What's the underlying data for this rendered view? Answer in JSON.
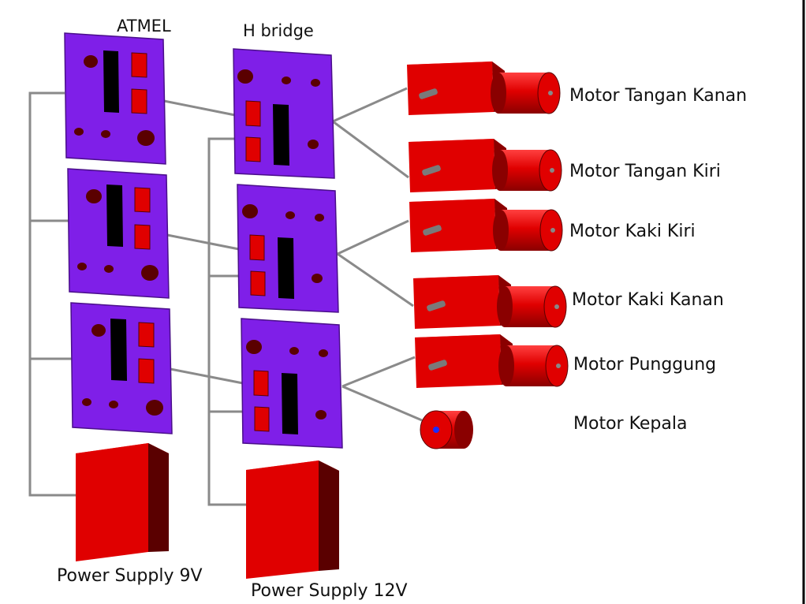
{
  "headers": {
    "atmel": "ATMEL",
    "hbridge": "H bridge"
  },
  "motors": {
    "tangan_kanan": "Motor Tangan Kanan",
    "tangan_kiri": "Motor Tangan Kiri",
    "kaki_kiri": "Motor Kaki Kiri",
    "kaki_kanan": "Motor Kaki Kanan",
    "punggung": "Motor Punggung",
    "kepala": "Motor Kepala"
  },
  "power": {
    "ps9": "Power Supply 9V",
    "ps12": "Power Supply 12V"
  },
  "colors": {
    "board": "#7f1fe8",
    "board_edge": "#4a0f8a",
    "component_red": "#e00000",
    "component_dark": "#5a0000",
    "ic_black": "#000000",
    "wire": "#8a8a8a",
    "dot_blue": "#1a2dff"
  }
}
